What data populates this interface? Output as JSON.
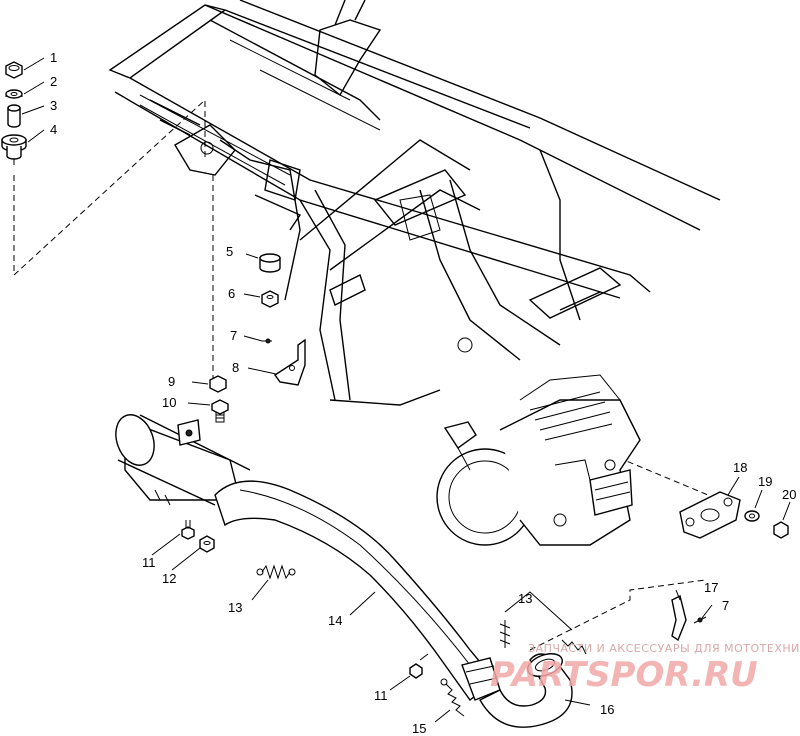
{
  "callouts": [
    {
      "id": "c1",
      "label": "1"
    },
    {
      "id": "c2",
      "label": "2"
    },
    {
      "id": "c3",
      "label": "3"
    },
    {
      "id": "c4",
      "label": "4"
    },
    {
      "id": "c5",
      "label": "5"
    },
    {
      "id": "c6",
      "label": "6"
    },
    {
      "id": "c7a",
      "label": "7"
    },
    {
      "id": "c8",
      "label": "8"
    },
    {
      "id": "c9",
      "label": "9"
    },
    {
      "id": "c10",
      "label": "10"
    },
    {
      "id": "c11a",
      "label": "11"
    },
    {
      "id": "c12",
      "label": "12"
    },
    {
      "id": "c13a",
      "label": "13"
    },
    {
      "id": "c14",
      "label": "14"
    },
    {
      "id": "c13b",
      "label": "13"
    },
    {
      "id": "c17",
      "label": "17"
    },
    {
      "id": "c7b",
      "label": "7"
    },
    {
      "id": "c18",
      "label": "18"
    },
    {
      "id": "c19",
      "label": "19"
    },
    {
      "id": "c20",
      "label": "20"
    },
    {
      "id": "c11b",
      "label": "11"
    },
    {
      "id": "c15",
      "label": "15"
    },
    {
      "id": "c16",
      "label": "16"
    }
  ],
  "watermark": {
    "tagline": "ЗАПЧАСТИ И АКСЕССУАРЫ ДЛЯ МОТОТЕХНИКИ",
    "brand": "PARTSPOR.RU"
  }
}
